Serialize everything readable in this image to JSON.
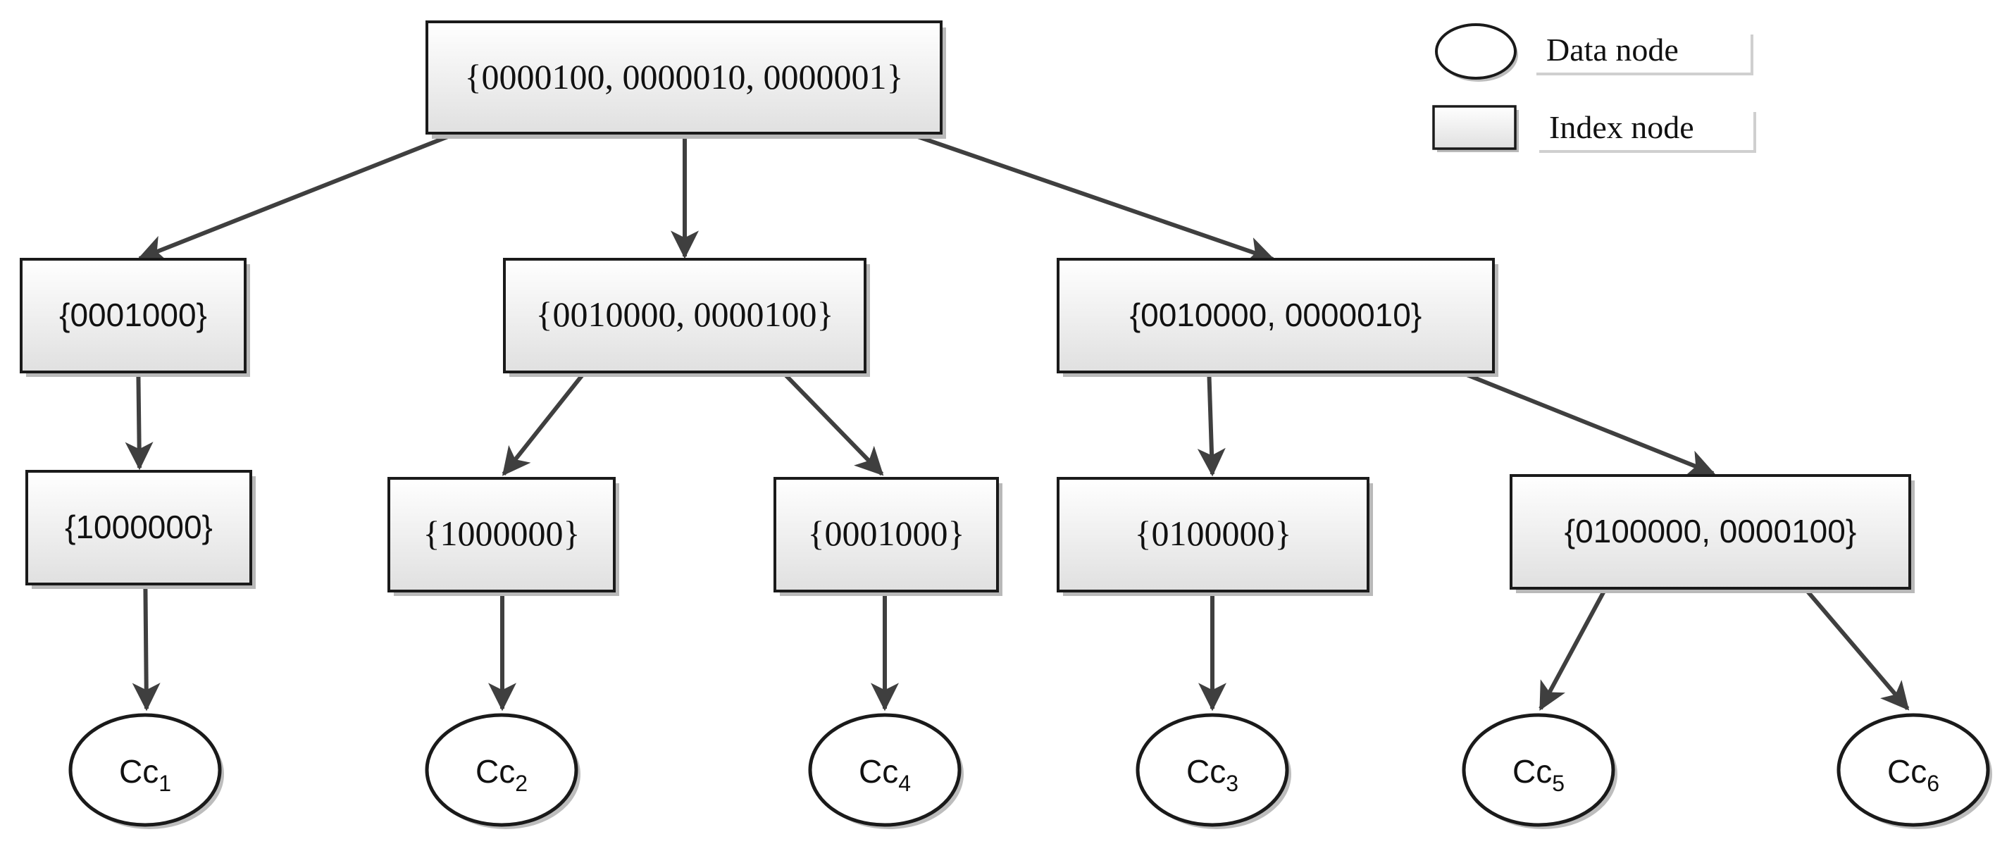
{
  "legend": {
    "data_node_label": "Data node",
    "index_node_label": "Index node"
  },
  "index_nodes": {
    "root": "{0000100, 0000010, 0000001}",
    "l1_left": "{0001000}",
    "l1_mid": "{0010000, 0000100}",
    "l1_right": "{0010000, 0000010}",
    "l2_a": "{1000000}",
    "l2_b": "{1000000}",
    "l2_c": "{0001000}",
    "l2_d": "{0100000}",
    "l2_e": "{0100000, 0000100}"
  },
  "data_nodes": {
    "cc1": {
      "base": "Cc",
      "sub": "1"
    },
    "cc2": {
      "base": "Cc",
      "sub": "2"
    },
    "cc4": {
      "base": "Cc",
      "sub": "4"
    },
    "cc3": {
      "base": "Cc",
      "sub": "3"
    },
    "cc5": {
      "base": "Cc",
      "sub": "5"
    },
    "cc6": {
      "base": "Cc",
      "sub": "6"
    }
  },
  "colors": {
    "edge": "#3f3f3f",
    "border": "#1a1a1a",
    "box_fill_top": "#ffffff",
    "box_fill_bottom": "#e2e2e2"
  }
}
